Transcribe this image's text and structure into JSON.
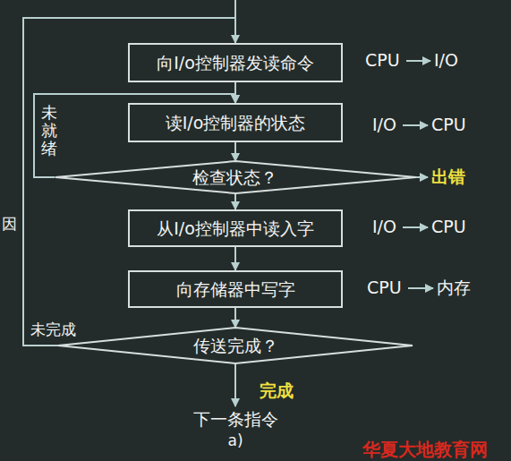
{
  "diagram": {
    "nodes": [
      {
        "text": [
          "向I/o控制器发读命令"
        ]
      },
      {
        "text": [
          "读I/o控制器的状态"
        ]
      },
      {
        "text": [
          "检查状态？"
        ]
      },
      {
        "text": [
          "从I/o控制器中读入字"
        ]
      },
      {
        "text": [
          "向存储器中写字"
        ]
      },
      {
        "text": [
          "传送完成？"
        ]
      }
    ],
    "edges": [
      {
        "from": 0,
        "to": 1,
        "arrow": "to"
      },
      {
        "from": 1,
        "to": 2,
        "arrow": "to"
      },
      {
        "from": 2,
        "to": 3,
        "arrow": "to"
      },
      {
        "from": 3,
        "to": 4,
        "arrow": "to"
      },
      {
        "from": 4,
        "to": 5,
        "arrow": "to"
      },
      {
        "from": 2,
        "to": 1,
        "label": "未就绪",
        "arrow": "to"
      },
      {
        "from": 5,
        "to": 0,
        "label": "未完成",
        "arrow": "to"
      }
    ],
    "labels": [
      "CPU",
      "I/O",
      "I/O",
      "CPU",
      "I/O",
      "CPU",
      "CPU",
      "内存",
      "出错",
      "完成",
      "下一条指令",
      "a)",
      "因",
      "华夏大地教育网"
    ]
  }
}
